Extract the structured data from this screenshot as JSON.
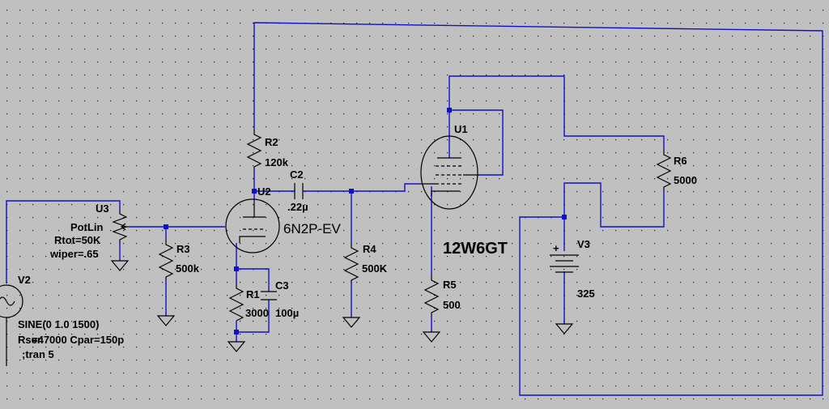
{
  "components": {
    "r2": {
      "name": "R2",
      "value": "120k"
    },
    "c2": {
      "name": "C2",
      "value": ".22µ"
    },
    "u2": {
      "name": "U2",
      "model": "6N2P-EV"
    },
    "u1": {
      "name": "U1",
      "model": "12W6GT"
    },
    "r6": {
      "name": "R6",
      "value": "5000"
    },
    "u3": {
      "name": "U3",
      "type": "PotLin",
      "rtot": "Rtot=50K",
      "wiper": "wiper=.65"
    },
    "r3": {
      "name": "R3",
      "value": "500k"
    },
    "r4": {
      "name": "R4",
      "value": "500K"
    },
    "r1": {
      "name": "R1",
      "value": "3000"
    },
    "c3": {
      "name": "C3",
      "value": "100µ"
    },
    "r5": {
      "name": "R5",
      "value": "500"
    },
    "v3": {
      "name": "V3",
      "value": "325",
      "polarity": "+"
    },
    "v2": {
      "name": "V2",
      "value": "SINE(0 1.0 1500)",
      "rser_overlap": "Rser",
      "extra": "=47000 Cpar=150p"
    }
  },
  "directives": {
    "tran": ";tran 5"
  },
  "colors": {
    "background": "#c0c0c0",
    "wire": "#1010c8",
    "component": "#000000"
  }
}
